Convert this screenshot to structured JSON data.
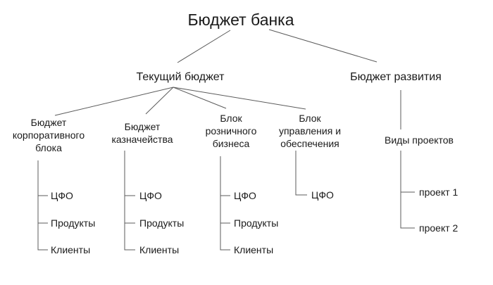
{
  "diagram": {
    "title": "Бюджет банка",
    "colors": {
      "text": "#1a1a1a",
      "line": "#5b5b5b",
      "background": "#ffffff"
    },
    "level2": {
      "current": {
        "label": "Текущий бюджет"
      },
      "development": {
        "label": "Бюджет развития"
      }
    },
    "branches": {
      "corporate": {
        "label": "Бюджет корпоративного блока",
        "lines": [
          "Бюджет",
          "корпоративного",
          "блока"
        ],
        "children": [
          "ЦФО",
          "Продукты",
          "Клиенты"
        ]
      },
      "treasury": {
        "label": "Бюджет казначейства",
        "lines": [
          "Бюджет",
          "казначейства"
        ],
        "children": [
          "ЦФО",
          "Продукты",
          "Клиенты"
        ]
      },
      "retail": {
        "label": "Блок розничного бизнеса",
        "lines": [
          "Блок",
          "розничного",
          "бизнеса"
        ],
        "children": [
          "ЦФО",
          "Продукты",
          "Клиенты"
        ]
      },
      "management": {
        "label": "Блок управления и обеспечения",
        "lines": [
          "Блок",
          "управления и",
          "обеспечения"
        ],
        "children": [
          "ЦФО"
        ]
      }
    },
    "development_branch": {
      "projects": {
        "label": "Виды проектов",
        "children": [
          "проект 1",
          "проект 2"
        ]
      }
    }
  }
}
